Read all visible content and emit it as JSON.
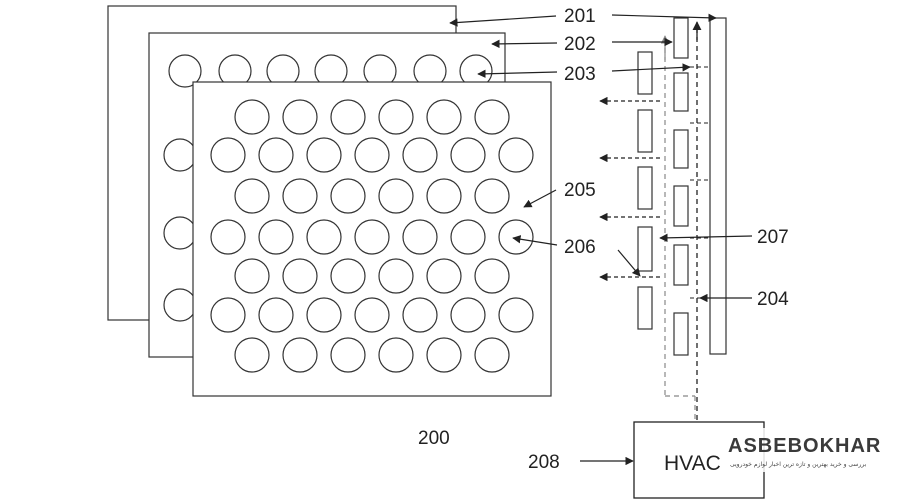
{
  "labels": {
    "l201": "201",
    "l202": "202",
    "l203": "203",
    "l204": "204",
    "l205": "205",
    "l206": "206",
    "l207": "207",
    "l208": "208",
    "l200": "200"
  },
  "hvac": {
    "text": "HVAC"
  },
  "watermark": {
    "brand": "ASBEBOKHAR",
    "tagline": "بررسی و خرید بهترین و تازه ترین اخبار لوازم خودرویی"
  }
}
